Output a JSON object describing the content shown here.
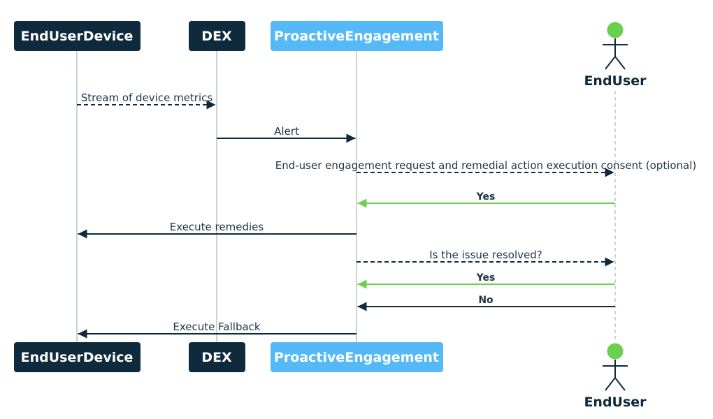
{
  "colors": {
    "dark": "#0f2a3c",
    "accent": "#55b9f8",
    "green": "#6ad04f",
    "lifeline": "#b9c4cc",
    "text": "#1d3447",
    "white": "#ffffff"
  },
  "participants": [
    {
      "id": "EndUserDevice",
      "label": "EndUserDevice",
      "kind": "box",
      "style": "dark"
    },
    {
      "id": "DEX",
      "label": "DEX",
      "kind": "box",
      "style": "dark"
    },
    {
      "id": "ProactiveEngagement",
      "label": "ProactiveEngagement",
      "kind": "box",
      "style": "accent"
    },
    {
      "id": "EndUser",
      "label": "EndUser",
      "kind": "actor",
      "style": "dark"
    }
  ],
  "messages": [
    {
      "from": "EndUserDevice",
      "to": "DEX",
      "label": "Stream of device metrics",
      "line": "dashed",
      "color": "dark",
      "bold": false
    },
    {
      "from": "DEX",
      "to": "ProactiveEngagement",
      "label": "Alert",
      "line": "solid",
      "color": "dark",
      "bold": false
    },
    {
      "from": "ProactiveEngagement",
      "to": "EndUser",
      "label": "End-user engagement request and remedial action execution consent (optional)",
      "line": "dashed",
      "color": "dark",
      "bold": false
    },
    {
      "from": "EndUser",
      "to": "ProactiveEngagement",
      "label": "Yes",
      "line": "solid",
      "color": "green",
      "bold": true
    },
    {
      "from": "ProactiveEngagement",
      "to": "EndUserDevice",
      "label": "Execute remedies",
      "line": "solid",
      "color": "dark",
      "bold": false
    },
    {
      "from": "ProactiveEngagement",
      "to": "EndUser",
      "label": "Is the issue resolved?",
      "line": "dashed",
      "color": "dark",
      "bold": false
    },
    {
      "from": "EndUser",
      "to": "ProactiveEngagement",
      "label": "Yes",
      "line": "solid",
      "color": "green",
      "bold": true
    },
    {
      "from": "EndUser",
      "to": "ProactiveEngagement",
      "label": "No",
      "line": "solid",
      "color": "dark",
      "bold": true
    },
    {
      "from": "ProactiveEngagement",
      "to": "EndUserDevice",
      "label": "Execute Fallback",
      "line": "solid",
      "color": "dark",
      "bold": false
    }
  ]
}
